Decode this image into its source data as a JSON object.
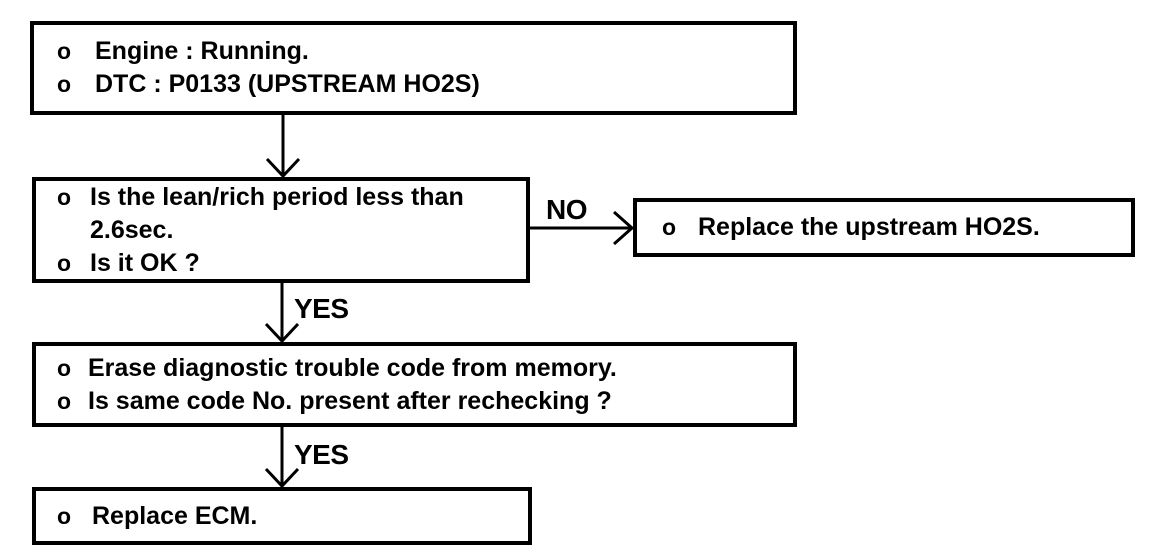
{
  "bullet_glyph": "o",
  "nodes": {
    "start": {
      "line1": "Engine : Running.",
      "line2": "DTC : P0133 (UPSTREAM HO2S)"
    },
    "check_period": {
      "line1": "Is the lean/rich period less than",
      "line2": "2.6sec.",
      "line3": "Is it OK ?"
    },
    "replace_ho2s": {
      "line1": "Replace the upstream HO2S."
    },
    "erase_dtc": {
      "line1": "Erase diagnostic trouble code from memory.",
      "line2": "Is same code No. present after rechecking ?"
    },
    "replace_ecm": {
      "line1": "Replace ECM."
    }
  },
  "connectors": {
    "no_label": "NO",
    "yes_label_1": "YES",
    "yes_label_2": "YES"
  },
  "colors": {
    "ink": "#000000",
    "background": "#ffffff"
  }
}
